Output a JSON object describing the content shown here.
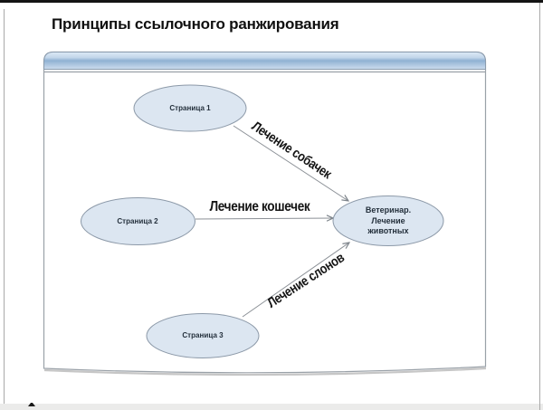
{
  "slide": {
    "title": "Принципы ссылочного ранжирования"
  },
  "diagram": {
    "nodes": [
      {
        "label": "Страница 1"
      },
      {
        "label": "Страница 2"
      },
      {
        "label": "Страница 3"
      },
      {
        "label": "Ветеринар. Лечение животных",
        "lines": [
          "Ветеринар.",
          "Лечение",
          "животных"
        ]
      }
    ],
    "edges": [
      {
        "label": "Лечение собачек",
        "from": "Страница 1",
        "to": "Ветеринар. Лечение животных"
      },
      {
        "label": "Лечение кошечек",
        "from": "Страница 2",
        "to": "Ветеринар. Лечение животных"
      },
      {
        "label": "Лечение слонов",
        "from": "Страница 3",
        "to": "Ветеринар. Лечение животных"
      }
    ],
    "colors": {
      "node_fill": "#dce6f1",
      "node_border": "#8c99a8",
      "arrow": "#8b9096",
      "window_border": "#9aa1a8",
      "titlebar_gradient": [
        "#dde9f6",
        "#c3d6ea",
        "#8fb1d2",
        "#9fbcda",
        "#cddcee"
      ]
    }
  }
}
